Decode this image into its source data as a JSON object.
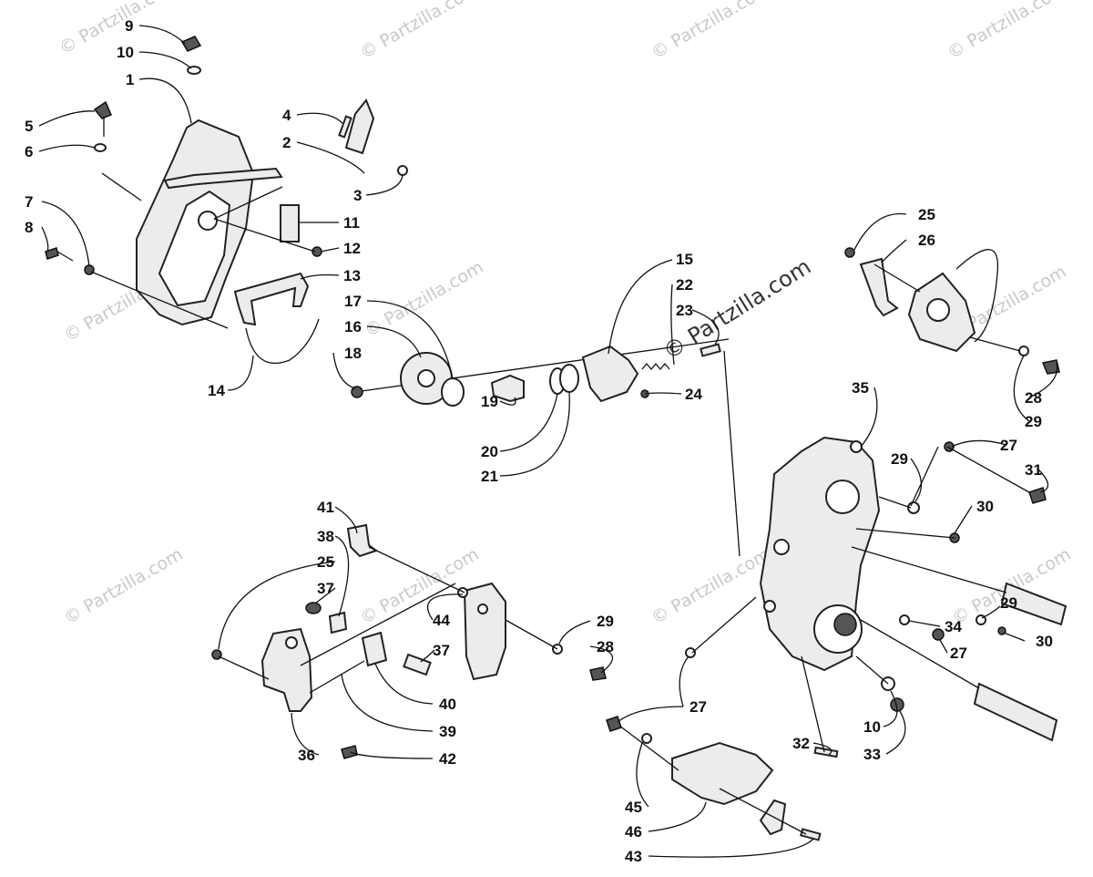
{
  "watermark": {
    "text": "© Partzilla.com",
    "center_text": "© Partzilla.com",
    "color": "#c9c9c9"
  },
  "callouts": {
    "c1": "1",
    "c2": "2",
    "c3": "3",
    "c4": "4",
    "c5": "5",
    "c6": "6",
    "c7": "7",
    "c8": "8",
    "c9": "9",
    "c10a": "10",
    "c10b": "10",
    "c11": "11",
    "c12": "12",
    "c13": "13",
    "c14": "14",
    "c15": "15",
    "c16": "16",
    "c17": "17",
    "c18": "18",
    "c19": "19",
    "c20": "20",
    "c21": "21",
    "c22": "22",
    "c23": "23",
    "c24": "24",
    "c25a": "25",
    "c25b": "25",
    "c26": "26",
    "c27a": "27",
    "c27b": "27",
    "c27c": "27",
    "c28a": "28",
    "c28b": "28",
    "c29a": "29",
    "c29b": "29",
    "c29c": "29",
    "c29d": "29",
    "c30a": "30",
    "c30b": "30",
    "c31": "31",
    "c32": "32",
    "c33": "33",
    "c34": "34",
    "c35": "35",
    "c36": "36",
    "c37a": "37",
    "c37b": "37",
    "c38": "38",
    "c39": "39",
    "c40": "40",
    "c41": "41",
    "c42": "42",
    "c43": "43",
    "c44": "44",
    "c45": "45",
    "c46": "46"
  }
}
